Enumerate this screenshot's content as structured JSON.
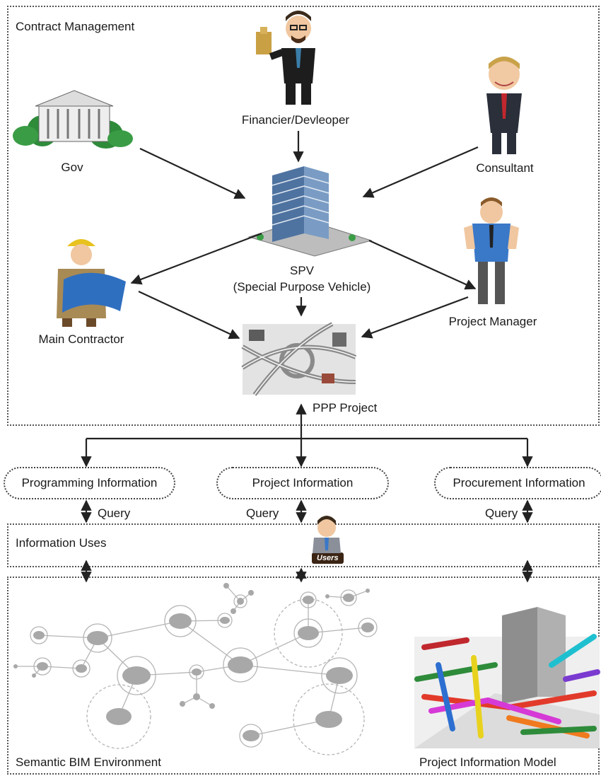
{
  "contract": {
    "title": "Contract Management",
    "actors": {
      "financier": "Financier/Devleoper",
      "gov": "Gov",
      "consultant": "Consultant",
      "spv_line1": "SPV",
      "spv_line2": "(Special Purpose Vehicle)",
      "main_contractor": "Main Contractor",
      "project_manager": "Project Manager",
      "ppp_project": "PPP Project"
    }
  },
  "information": {
    "programming": "Programming Information",
    "project": "Project Information",
    "procurement": "Procurement Information",
    "query_label": "Query"
  },
  "uses": {
    "title": "Information Uses",
    "users_badge": "Users"
  },
  "environment": {
    "semantic_label": "Semantic BIM Environment",
    "model_label": "Project Information Model"
  },
  "colors": {
    "border": "#555555",
    "node_fill": "#a8a8a8",
    "node_ring": "#b5b5b5",
    "building_blue": "#5a7ea8"
  }
}
